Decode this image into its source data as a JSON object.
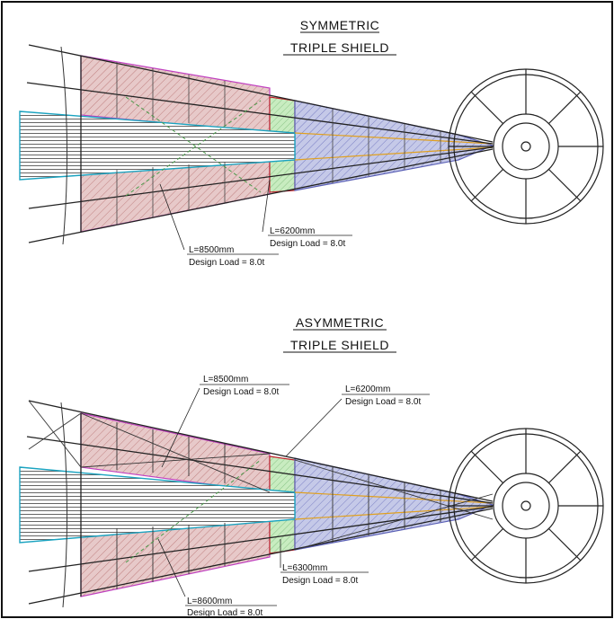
{
  "colors": {
    "frame": "#111111",
    "pink_fill": "#e7c9c9",
    "pink_edge": "#c040c0",
    "blue_fill": "#c5c9e8",
    "blue_edge": "#5a5fb5",
    "green_fill": "#c8ecc0",
    "cyan_edge": "#1aa3c0",
    "red_edge": "#c0202a",
    "orange_edge": "#e0a020",
    "line": "#222222"
  },
  "symmetric": {
    "title_line1": "SYMMETRIC",
    "title_line2": "TRIPLE SHIELD",
    "label_outer_length": "L=8500mm",
    "label_outer_load": "Design Load = 8.0t",
    "label_inner_length": "L=6200mm",
    "label_inner_load": "Design Load = 8.0t"
  },
  "asymmetric": {
    "title_line1": "ASYMMETRIC",
    "title_line2": "TRIPLE SHIELD",
    "label_top_outer_length": "L=8500mm",
    "label_top_outer_load": "Design Load = 8.0t",
    "label_top_inner_length": "L=6200mm",
    "label_top_inner_load": "Design Load = 8.0t",
    "label_bottom_inner_length": "L=6300mm",
    "label_bottom_inner_load": "Design Load = 8.0t",
    "label_bottom_outer_length": "L=8600mm",
    "label_bottom_outer_load": "Design Load = 8.0t"
  }
}
